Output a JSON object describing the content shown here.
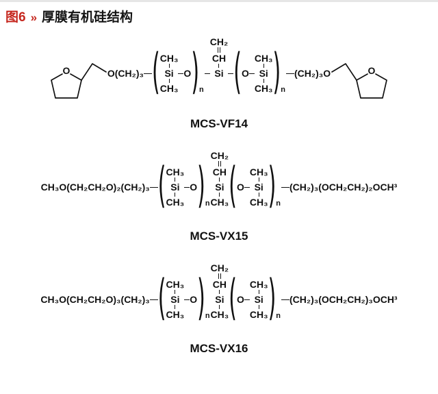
{
  "figure": {
    "label": "图6",
    "separator": "»",
    "title": "厚膜有机硅结构"
  },
  "atoms": {
    "methyl": "CH₃",
    "silicon": "Si",
    "oxygen": "O",
    "vinyl_ch2": "CH₂",
    "vinyl_ch": "CH"
  },
  "notation": {
    "open_paren": "(",
    "close_paren": ")",
    "repeat_subscript": "n"
  },
  "structures": [
    {
      "name": "MCS-VF14",
      "left_chain": "O(CH₂)₃",
      "right_chain": "(CH₂)₃O"
    },
    {
      "name": "MCS-VX15",
      "left_chain": "CH₃O(CH₂CH₂O)₂(CH₂)₃",
      "right_chain": "(CH₂)₃(OCH₂CH₂)₂OCH³"
    },
    {
      "name": "MCS-VX16",
      "left_chain": "CH₃O(CH₂CH₂O)₃(CH₂)₃",
      "right_chain": "(CH₂)₃(OCH₂CH₂)₃OCH³"
    }
  ]
}
